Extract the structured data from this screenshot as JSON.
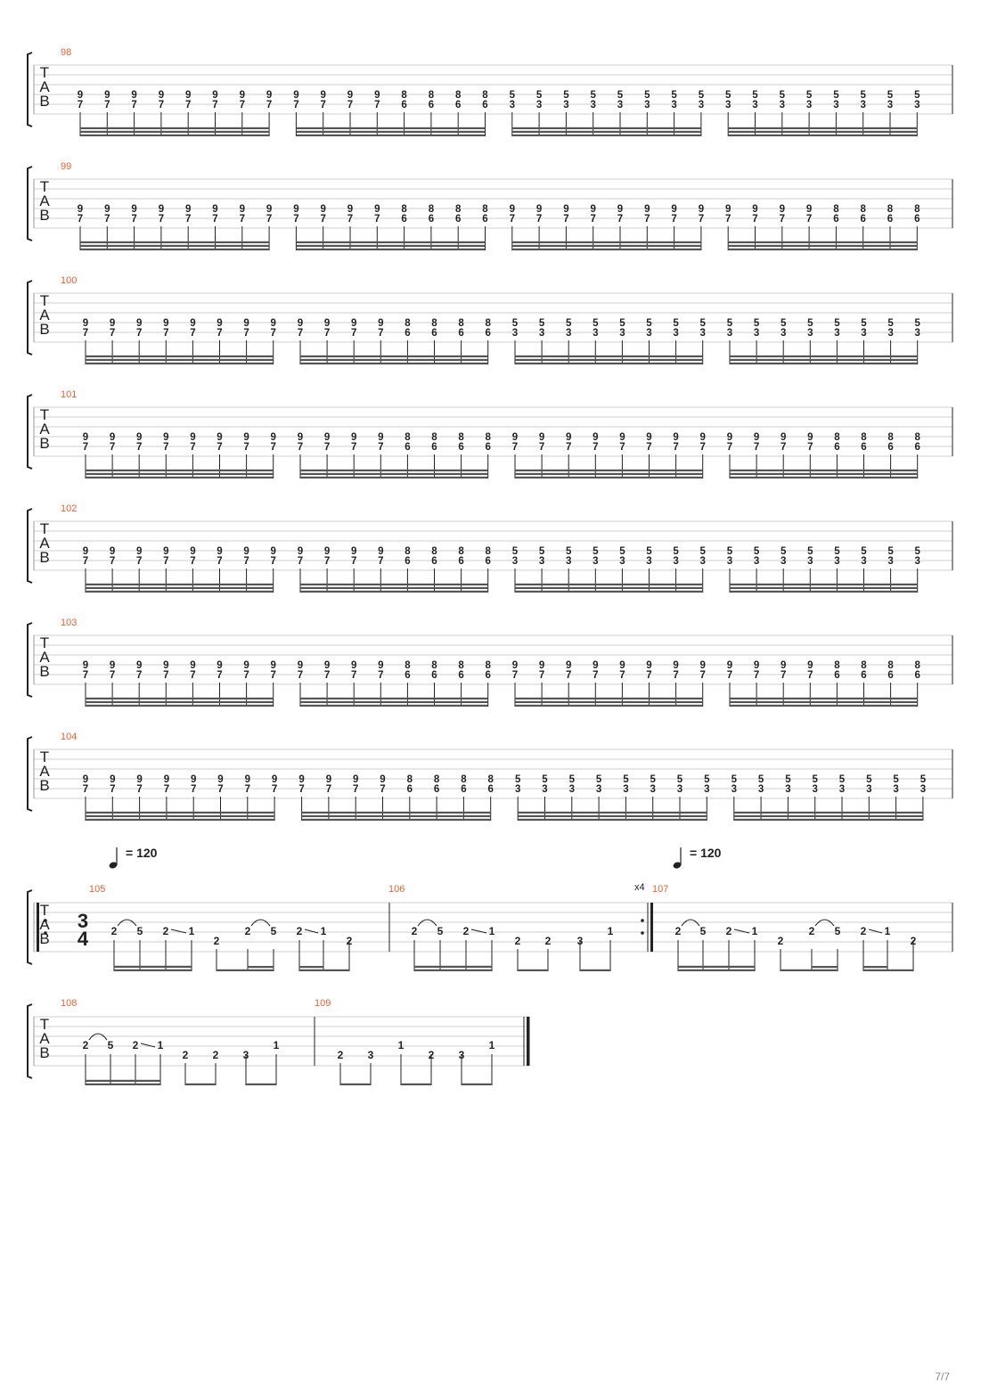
{
  "colors": {
    "measure_number": "#e8602c",
    "ink": "#222222",
    "line": "#cfcfcf",
    "page_number": "#888888"
  },
  "page_number": "7/7",
  "tab_clef": [
    "T",
    "A",
    "B"
  ],
  "patterns": {
    "A": [
      [
        "9",
        "7"
      ],
      [
        "9",
        "7"
      ],
      [
        "9",
        "7"
      ],
      [
        "9",
        "7"
      ],
      [
        "9",
        "7"
      ],
      [
        "9",
        "7"
      ],
      [
        "9",
        "7"
      ],
      [
        "9",
        "7"
      ],
      [
        "9",
        "7"
      ],
      [
        "9",
        "7"
      ],
      [
        "9",
        "7"
      ],
      [
        "9",
        "7"
      ],
      [
        "8",
        "6"
      ],
      [
        "8",
        "6"
      ],
      [
        "8",
        "6"
      ],
      [
        "8",
        "6"
      ],
      [
        "5",
        "3"
      ],
      [
        "5",
        "3"
      ],
      [
        "5",
        "3"
      ],
      [
        "5",
        "3"
      ],
      [
        "5",
        "3"
      ],
      [
        "5",
        "3"
      ],
      [
        "5",
        "3"
      ],
      [
        "5",
        "3"
      ],
      [
        "5",
        "3"
      ],
      [
        "5",
        "3"
      ],
      [
        "5",
        "3"
      ],
      [
        "5",
        "3"
      ],
      [
        "5",
        "3"
      ],
      [
        "5",
        "3"
      ],
      [
        "5",
        "3"
      ],
      [
        "5",
        "3"
      ]
    ],
    "B": [
      [
        "9",
        "7"
      ],
      [
        "9",
        "7"
      ],
      [
        "9",
        "7"
      ],
      [
        "9",
        "7"
      ],
      [
        "9",
        "7"
      ],
      [
        "9",
        "7"
      ],
      [
        "9",
        "7"
      ],
      [
        "9",
        "7"
      ],
      [
        "9",
        "7"
      ],
      [
        "9",
        "7"
      ],
      [
        "9",
        "7"
      ],
      [
        "9",
        "7"
      ],
      [
        "8",
        "6"
      ],
      [
        "8",
        "6"
      ],
      [
        "8",
        "6"
      ],
      [
        "8",
        "6"
      ],
      [
        "9",
        "7"
      ],
      [
        "9",
        "7"
      ],
      [
        "9",
        "7"
      ],
      [
        "9",
        "7"
      ],
      [
        "9",
        "7"
      ],
      [
        "9",
        "7"
      ],
      [
        "9",
        "7"
      ],
      [
        "9",
        "7"
      ],
      [
        "9",
        "7"
      ],
      [
        "9",
        "7"
      ],
      [
        "9",
        "7"
      ],
      [
        "9",
        "7"
      ],
      [
        "8",
        "6"
      ],
      [
        "8",
        "6"
      ],
      [
        "8",
        "6"
      ],
      [
        "8",
        "6"
      ]
    ]
  },
  "systems": [
    {
      "measure": "98",
      "pattern": "A"
    },
    {
      "measure": "99",
      "pattern": "B"
    },
    {
      "measure": "100",
      "pattern": "A"
    },
    {
      "measure": "101",
      "pattern": "B"
    },
    {
      "measure": "102",
      "pattern": "A"
    },
    {
      "measure": "103",
      "pattern": "B"
    },
    {
      "measure": "104",
      "pattern": "A"
    }
  ],
  "tempo": {
    "value": "= 120"
  },
  "time_signature": {
    "top": "3",
    "bottom": "4"
  },
  "repeat_count": "x4",
  "measures_3_4": {
    "105": [
      "2",
      "5",
      "2",
      "1",
      "2",
      "2",
      "5",
      "2",
      "1",
      "2"
    ],
    "106": [
      "2",
      "5",
      "2",
      "1",
      "2",
      "2",
      "3",
      "1"
    ],
    "107": [
      "2",
      "5",
      "2",
      "1",
      "2",
      "2",
      "5",
      "2",
      "1",
      "2"
    ],
    "108": [
      "2",
      "5",
      "2",
      "1",
      "2",
      "2",
      "3",
      "1"
    ],
    "109": [
      "2",
      "3",
      "1",
      "2",
      "3",
      "1"
    ]
  }
}
